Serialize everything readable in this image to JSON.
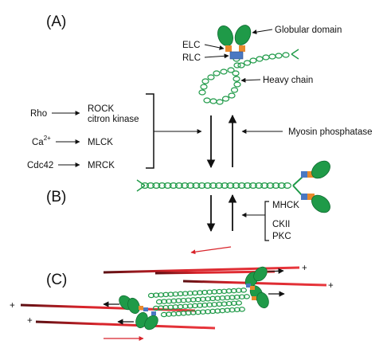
{
  "panels": {
    "a": "(A)",
    "b": "(B)",
    "c": "(C)"
  },
  "structure_labels": {
    "elc": "ELC",
    "rlc": "RLC",
    "globular_domain": "Globular domain",
    "heavy_chain": "Heavy chain"
  },
  "regulators": [
    {
      "upstream": "Rho",
      "kinase_line1": "ROCK",
      "kinase_line2": "citron kinase"
    },
    {
      "upstream": "Ca",
      "upstream_sup": "2+",
      "kinase_line1": "MLCK"
    },
    {
      "upstream": "Cdc42",
      "kinase_line1": "MRCK"
    }
  ],
  "phosphatase": "Myosin phosphatase",
  "heavy_chain_kinases": [
    "MHCK",
    "CKII",
    "PKC"
  ],
  "filament_polarity": "+",
  "colors": {
    "myosin_green": "#1f9a48",
    "myosin_dark": "#0f6a30",
    "elc_orange": "#e98a2c",
    "rlc_blue": "#4a78c2",
    "actin_red": "#d8232a"
  }
}
